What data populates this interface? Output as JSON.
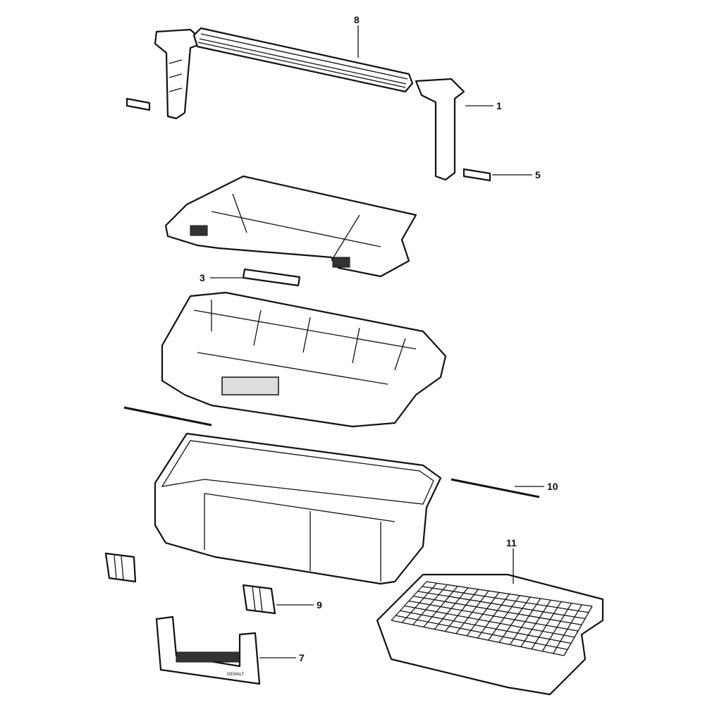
{
  "diagram": {
    "callouts": [
      {
        "id": "8",
        "part": "handle-grip"
      },
      {
        "id": "1",
        "part": "handle-arm"
      },
      {
        "id": "5",
        "part": "pin"
      },
      {
        "id": "3",
        "part": "label-plate"
      },
      {
        "id": "10",
        "part": "hinge-rod"
      },
      {
        "id": "11",
        "part": "foam-insert"
      },
      {
        "id": "9",
        "part": "latch"
      },
      {
        "id": "7",
        "part": "side-handle"
      }
    ],
    "logo_text": "DEWALT"
  }
}
